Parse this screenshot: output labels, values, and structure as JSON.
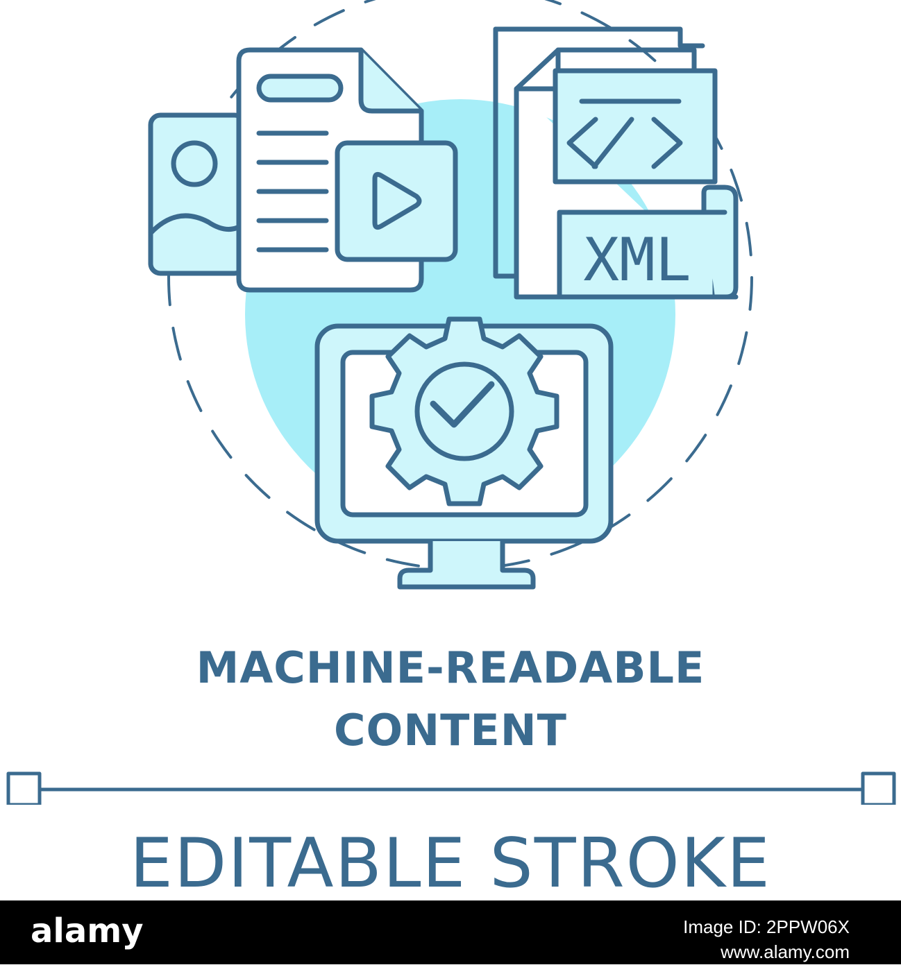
{
  "icon": {
    "doc_badge_label": "XML",
    "code_glyph": "</>",
    "colors": {
      "stroke": "#3b6b8f",
      "fill": "#cef6fb",
      "circle": "#a7eef8",
      "background": "#ffffff"
    },
    "icons": [
      "image-icon",
      "document-icon",
      "play-icon",
      "code-file-icon",
      "xml-tag-icon",
      "monitor-icon",
      "gear-icon",
      "checkmark-icon"
    ]
  },
  "title": {
    "line1": "MACHINE-READABLE",
    "line2": "CONTENT"
  },
  "subtitle": "EDITABLE STROKE",
  "footer": {
    "logo": "alamy",
    "image_id": "Image ID: 2PPW06X",
    "website": "www.alamy.com",
    "background": "#000000"
  }
}
